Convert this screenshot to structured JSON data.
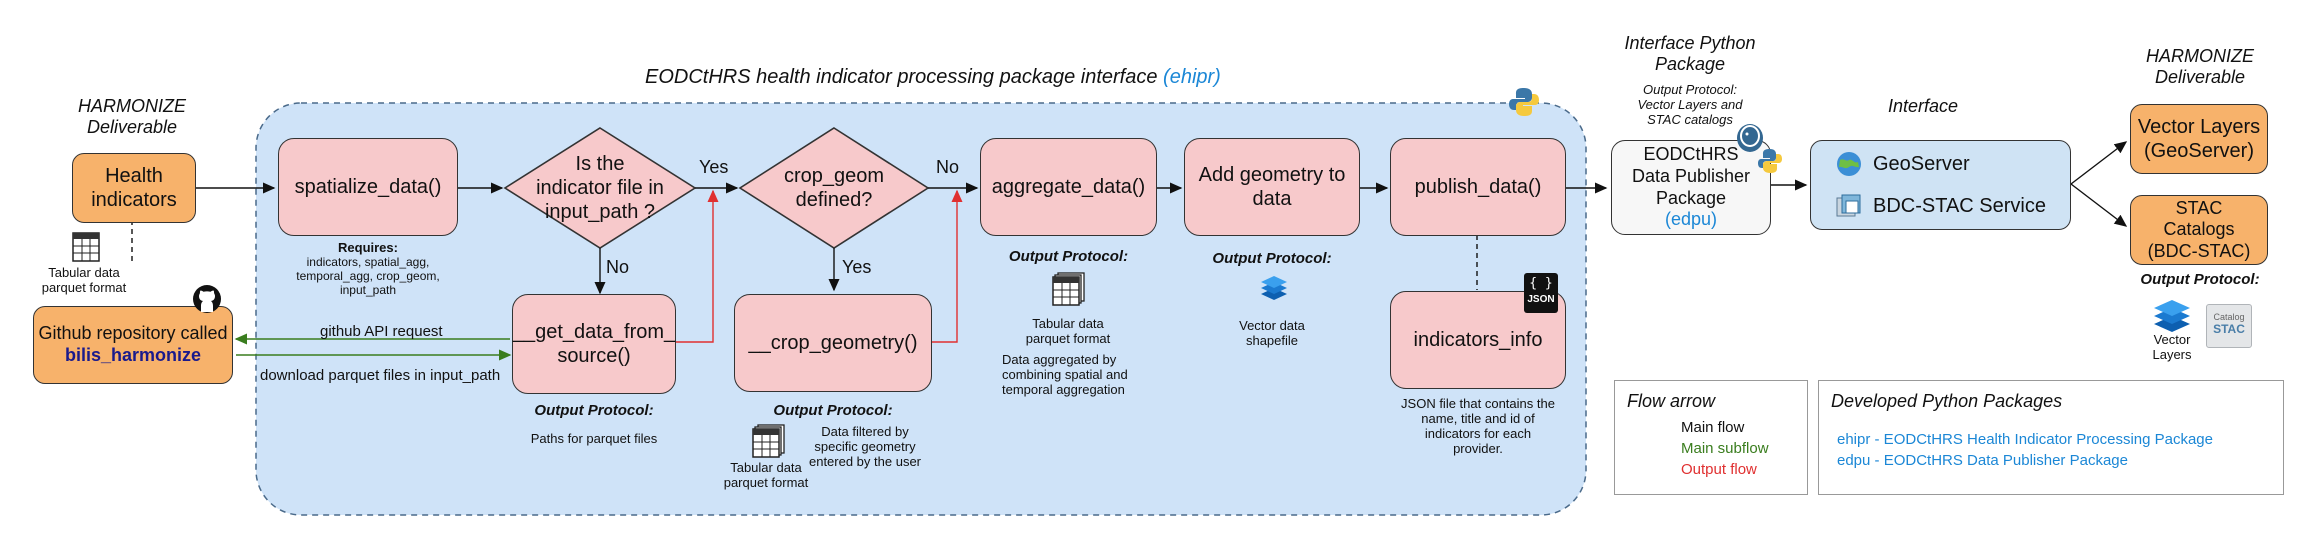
{
  "titles": {
    "ehipr_prefix": "EODCtHRS health indicator processing package interface",
    "ehipr_suffix": "(ehipr)",
    "harmonize_deliverable_left": "HARMONIZE\nDeliverable",
    "interface_python_package": "Interface Python\nPackage",
    "output_protocol_vector": "Output Protocol:\nVector Layers and\nSTAC catalogs",
    "interface": "Interface",
    "harmonize_deliverable_right": "HARMONIZE\nDeliverable"
  },
  "nodes": {
    "health_indicators": "Health\nindicators",
    "github_repo_line1": "Github repository called",
    "github_repo_line2": "bilis_harmonize",
    "spatialize_data": "spatialize_data()",
    "decision_input_path": "Is the\nindicator file in\ninput_path ?",
    "decision_crop_geom": "crop_geom\ndefined?",
    "get_data_from_source": "__get_data_from_\nsource()",
    "crop_geometry": "__crop_geometry()",
    "aggregate_data": "aggregate_data()",
    "add_geometry": "Add geometry to\ndata",
    "publish_data": "publish_data()",
    "indicators_info": "indicators_info",
    "edpu_line1": "EODCtHRS\nData Publisher\nPackage",
    "edpu_line2": "(edpu)",
    "geoserver": "GeoServer",
    "bdc_stac_service": "BDC-STAC Service",
    "vector_layers_geoserver": "Vector Layers\n(GeoServer)",
    "stac_catalogs": "STAC\nCatalogs\n(BDC-STAC)"
  },
  "edge_labels": {
    "yes1": "Yes",
    "no1": "No",
    "no2": "No",
    "yes2": "Yes",
    "github_api": "github API request",
    "download_parquet": "download parquet files in input_path"
  },
  "annotations": {
    "tabular_left": "Tabular data\nparquet format",
    "requires_title": "Requires:",
    "requires_body": "indicators, spatial_agg,\ntemporal_agg, crop_geom,\ninput_path",
    "output_protocol": "Output Protocol:",
    "paths_parquet": "Paths for parquet files",
    "data_filtered": "Data filtered by\nspecific geometry\nentered by the user",
    "tabular_crop": "Tabular data\nparquet format",
    "tabular_agg": "Tabular data\nparquet format",
    "data_aggregated": "Data  aggregated  by\ncombining  spatial  and\ntemporal aggregation",
    "vector_shapefile": "Vector data\nshapefile",
    "json_desc": "JSON file that contains the\nname, title and id of\nindicators for each\nprovider.",
    "vector_layers_small": "Vector\nLayers",
    "catalog_label": "Catalog",
    "stac_label": "STAC",
    "json_label": "JSON"
  },
  "legend_flow": {
    "title": "Flow arrow",
    "main_flow": "Main flow",
    "main_subflow": "Main subflow",
    "output_flow": "Output flow"
  },
  "legend_packages": {
    "title": "Developed Python Packages",
    "ehipr": "ehipr - EODCtHRS Health Indicator Processing Package",
    "edpu": "edpu - EODCtHRS Data Publisher Package"
  },
  "icons": [
    "python-icon",
    "github-icon",
    "table-icon",
    "layers-icon",
    "json-file-icon",
    "geoserver-icon",
    "stac-icon",
    "postgres-icon"
  ],
  "colors": {
    "process_box": "#f7c9cb",
    "deliverable_box": "#f7b26b",
    "interface_box": "#cfe3f4",
    "package_region": "#cfe3f8",
    "main_flow": "#111111",
    "main_subflow": "#3a7d1e",
    "output_flow": "#e03030",
    "package_text": "#1b87d6"
  }
}
